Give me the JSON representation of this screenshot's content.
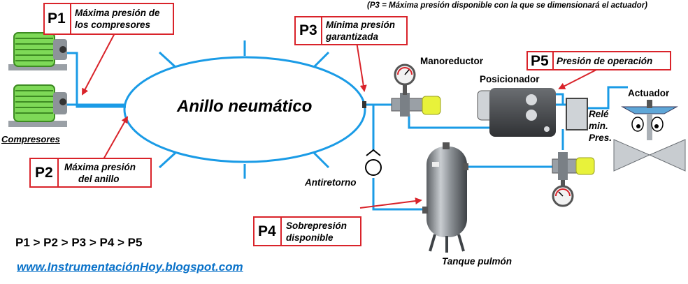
{
  "note": "(P3 = Máxima presión disponible con la que se dimensionará el actuador)",
  "ring_label": "Anillo neumático",
  "labels": {
    "compresores": "Compresores",
    "manoreductor": "Manoreductor",
    "posicionador": "Posicionador",
    "actuador": "Actuador",
    "rele_1": "Relé",
    "rele_2": "min.",
    "rele_3": "Pres.",
    "antiretorno": "Antiretorno",
    "tanque": "Tanque pulmón"
  },
  "boxes": {
    "p1": {
      "id": "P1",
      "line1": "Máxima presión de",
      "line2": "los compresores"
    },
    "p2": {
      "id": "P2",
      "line1": "Máxima presión",
      "line2": "del anillo"
    },
    "p3": {
      "id": "P3",
      "line1": "Mínima presión",
      "line2": "garantizada"
    },
    "p4": {
      "id": "P4",
      "line1": "Sobrepresión",
      "line2": "disponible"
    },
    "p5": {
      "id": "P5",
      "line1": "Presión de operación"
    }
  },
  "inequality": "P1 > P2 > P3 > P4 > P5",
  "website": "www.InstrumentaciónHoy.blogspot.com",
  "colors": {
    "pipe": "#1a9be6",
    "arrow": "#d9232a",
    "box_border": "#d9232a",
    "website": "#0a72c9",
    "motor": "#7ed957"
  }
}
